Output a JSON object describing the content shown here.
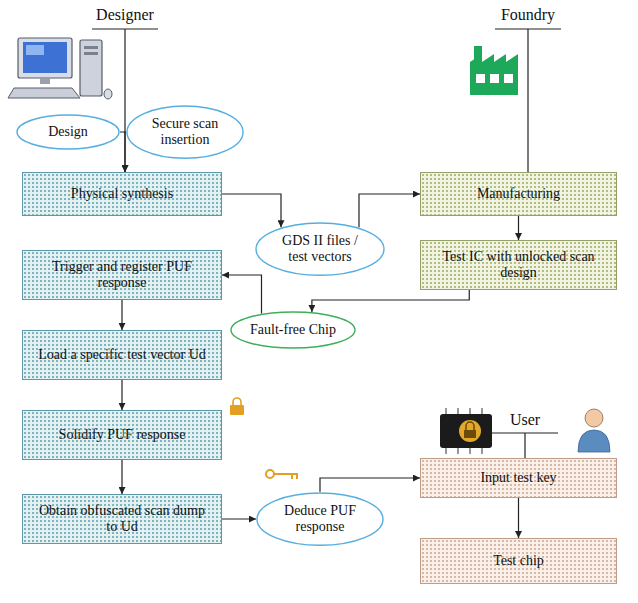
{
  "diagram": {
    "nodes": [
      {
        "text": [
          "Design"
        ]
      },
      {
        "text": [
          "Secure scan insertion"
        ]
      },
      {
        "text": [
          "Physical synthesis"
        ]
      },
      {
        "text": [
          "GDS II files / test vectors"
        ]
      },
      {
        "text": [
          "Manufacturing"
        ]
      },
      {
        "text": [
          "Test IC with unlocked scan design"
        ]
      },
      {
        "text": [
          "Fault-free Chip"
        ]
      },
      {
        "text": [
          "Trigger and register PUF response"
        ]
      },
      {
        "text": [
          "Load a specific test vector Ud"
        ]
      },
      {
        "text": [
          "Solidify PUF response"
        ]
      },
      {
        "text": [
          "Obtain obfuscated scan dump to Ud"
        ]
      },
      {
        "text": [
          "Deduce PUF response"
        ]
      },
      {
        "text": [
          "Input test key"
        ]
      },
      {
        "text": [
          "Test chip"
        ]
      }
    ],
    "edges": [
      {
        "from": 0,
        "to": 2,
        "arrow": "to"
      },
      {
        "from": 1,
        "to": 2,
        "arrow": "to"
      },
      {
        "from": 2,
        "to": 3,
        "arrow": "to"
      },
      {
        "from": 3,
        "to": 4,
        "arrow": "to"
      },
      {
        "from": 4,
        "to": 5,
        "arrow": "to"
      },
      {
        "from": 5,
        "to": 6,
        "arrow": "to"
      },
      {
        "from": 6,
        "to": 7,
        "arrow": "to"
      },
      {
        "from": 7,
        "to": 8,
        "arrow": "to"
      },
      {
        "from": 8,
        "to": 9,
        "arrow": "to"
      },
      {
        "from": 9,
        "to": 10,
        "arrow": "to"
      },
      {
        "from": 10,
        "to": 11,
        "arrow": "to"
      },
      {
        "from": 11,
        "to": 12,
        "arrow": "to"
      },
      {
        "from": 12,
        "to": 13,
        "arrow": "to"
      }
    ],
    "labels": [
      "Designer",
      "Foundry",
      "User"
    ]
  }
}
